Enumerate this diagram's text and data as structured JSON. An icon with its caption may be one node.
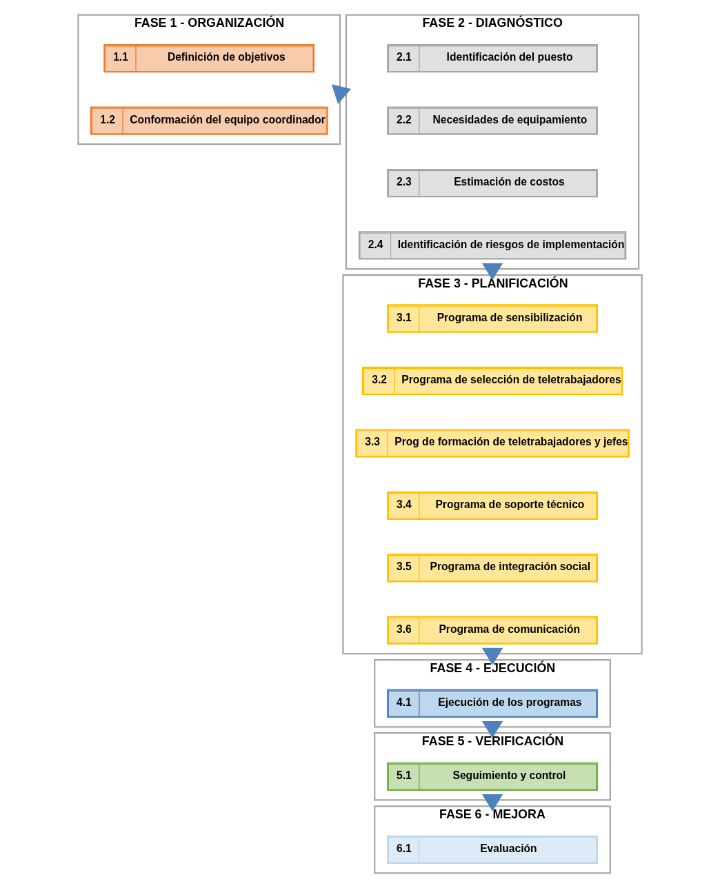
{
  "diagram": {
    "nodes": [
      {
        "text": [
          "FASE 1 - ORGANIZACIÓN"
        ]
      },
      {
        "text": [
          "1.1",
          "Definición de objetivos"
        ],
        "in": 0
      },
      {
        "text": [
          "1.2",
          "Conformación del equipo coordinador"
        ],
        "in": 0
      },
      {
        "text": [
          "FASE 2 - DIAGNÓSTICO"
        ]
      },
      {
        "text": [
          "2.1",
          "Identificación del puesto"
        ],
        "in": 3
      },
      {
        "text": [
          "2.2",
          "Necesidades de equipamiento"
        ],
        "in": 3
      },
      {
        "text": [
          "2.3",
          "Estimación de costos"
        ],
        "in": 3
      },
      {
        "text": [
          "2.4",
          "Identificación de riesgos de implementación"
        ],
        "in": 3
      },
      {
        "text": [
          "FASE 3 - PLANIFICACIÓN"
        ]
      },
      {
        "text": [
          "3.1",
          "Programa de sensibilización"
        ],
        "in": 8
      },
      {
        "text": [
          "3.2",
          "Programa de selección de teletrabajadores"
        ],
        "in": 8
      },
      {
        "text": [
          "3.3",
          "Prog de formación de teletrabajadores y jefes"
        ],
        "in": 8
      },
      {
        "text": [
          "3.4",
          "Programa de soporte técnico"
        ],
        "in": 8
      },
      {
        "text": [
          "3.5",
          "Programa de integración social"
        ],
        "in": 8
      },
      {
        "text": [
          "3.6",
          "Programa de comunicación"
        ],
        "in": 8
      },
      {
        "text": [
          "FASE 4 - EJECUCIÓN"
        ]
      },
      {
        "text": [
          "4.1",
          "Ejecución de los programas"
        ],
        "in": 15
      },
      {
        "text": [
          "FASE 5 - VERIFICACIÓN"
        ]
      },
      {
        "text": [
          "5.1",
          "Seguimiento y control"
        ],
        "in": 17
      },
      {
        "text": [
          "FASE 6 - MEJORA"
        ]
      },
      {
        "text": [
          "6.1",
          "Evaluación"
        ],
        "in": 19
      }
    ],
    "edges": [
      {
        "from": 0,
        "to": 3,
        "arrow": "to",
        "style": "thick"
      },
      {
        "from": 3,
        "to": 8,
        "arrow": "to",
        "style": "thick"
      },
      {
        "from": 8,
        "to": 15,
        "arrow": "to",
        "style": "thick"
      },
      {
        "from": 15,
        "to": 17,
        "arrow": "to",
        "style": "thick"
      },
      {
        "from": 17,
        "to": 19,
        "arrow": "to",
        "style": "thick"
      }
    ]
  }
}
